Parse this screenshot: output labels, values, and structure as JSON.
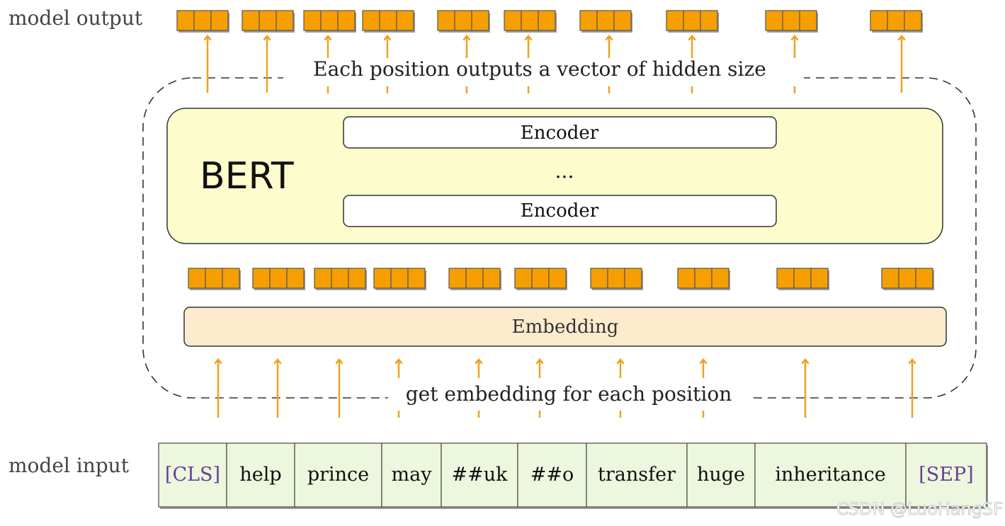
{
  "labels": {
    "model_output": "model output",
    "model_input": "model input",
    "output_caption": "Each position outputs a vector of hidden size",
    "input_caption": "get embedding for each position",
    "bert": "BERT",
    "encoder_top": "Encoder",
    "ellipsis": "...",
    "encoder_bottom": "Encoder",
    "embedding": "Embedding",
    "watermark": "CSDN @LuoHangSF"
  },
  "tokens": [
    {
      "text": "[CLS]",
      "special": true
    },
    {
      "text": "help",
      "special": false
    },
    {
      "text": "prince",
      "special": false
    },
    {
      "text": "may",
      "special": false
    },
    {
      "text": "##uk",
      "special": false
    },
    {
      "text": "##o",
      "special": false
    },
    {
      "text": "transfer",
      "special": false
    },
    {
      "text": "huge",
      "special": false
    },
    {
      "text": "inheritance",
      "special": false
    },
    {
      "text": "[SEP]",
      "special": true
    }
  ],
  "colors": {
    "vector_fill": "#f5a000",
    "vector_stroke": "#555555",
    "arrow": "#f0a020",
    "bert_fill": "#fdfccc",
    "embedding_fill": "#fdebcd",
    "token_fill": "#ecf7dd",
    "special_token_text": "#6a3d9a",
    "token_text": "#111111",
    "label_text": "#444444"
  }
}
